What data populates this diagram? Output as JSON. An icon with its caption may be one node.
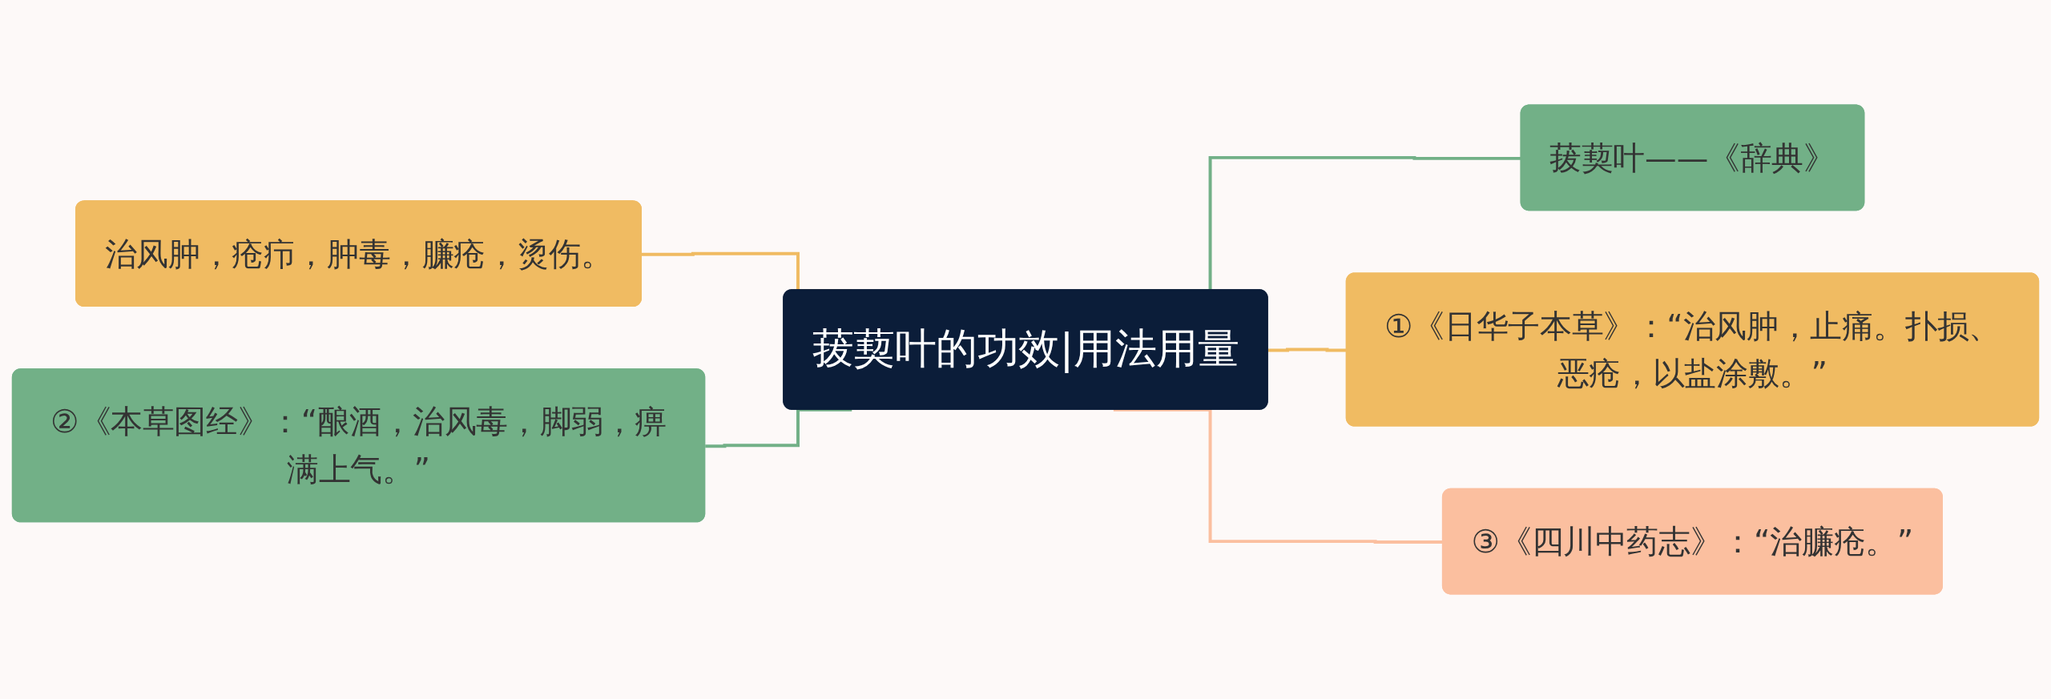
{
  "diagram": {
    "nodes": [
      {
        "text": [
          "菝葜叶的功效|用法用量"
        ]
      },
      {
        "text": [
          "治风肿，疮疖，肿毒，臁疮，烫伤。"
        ]
      },
      {
        "text": [
          "②《本草图经》：“酿酒，治风毒，脚弱，痹满上气。”"
        ]
      },
      {
        "text": [
          "菝葜叶——《辞典》"
        ]
      },
      {
        "text": [
          "①《日华子本草》：“治风肿，止痛。扑损、恶疮，以盐涂敷。”"
        ]
      },
      {
        "text": [
          "③《四川中药志》：“治臁疮。”"
        ]
      }
    ],
    "edges": [
      {
        "from": 0,
        "to": 1,
        "arrow": "none",
        "color": "#f0bb62"
      },
      {
        "from": 0,
        "to": 2,
        "arrow": "none",
        "color": "#72b087"
      },
      {
        "from": 0,
        "to": 3,
        "arrow": "none",
        "color": "#72b087"
      },
      {
        "from": 0,
        "to": 4,
        "arrow": "none",
        "color": "#f0bb62"
      },
      {
        "from": 0,
        "to": 5,
        "arrow": "none",
        "color": "#fbbf9f"
      }
    ]
  }
}
